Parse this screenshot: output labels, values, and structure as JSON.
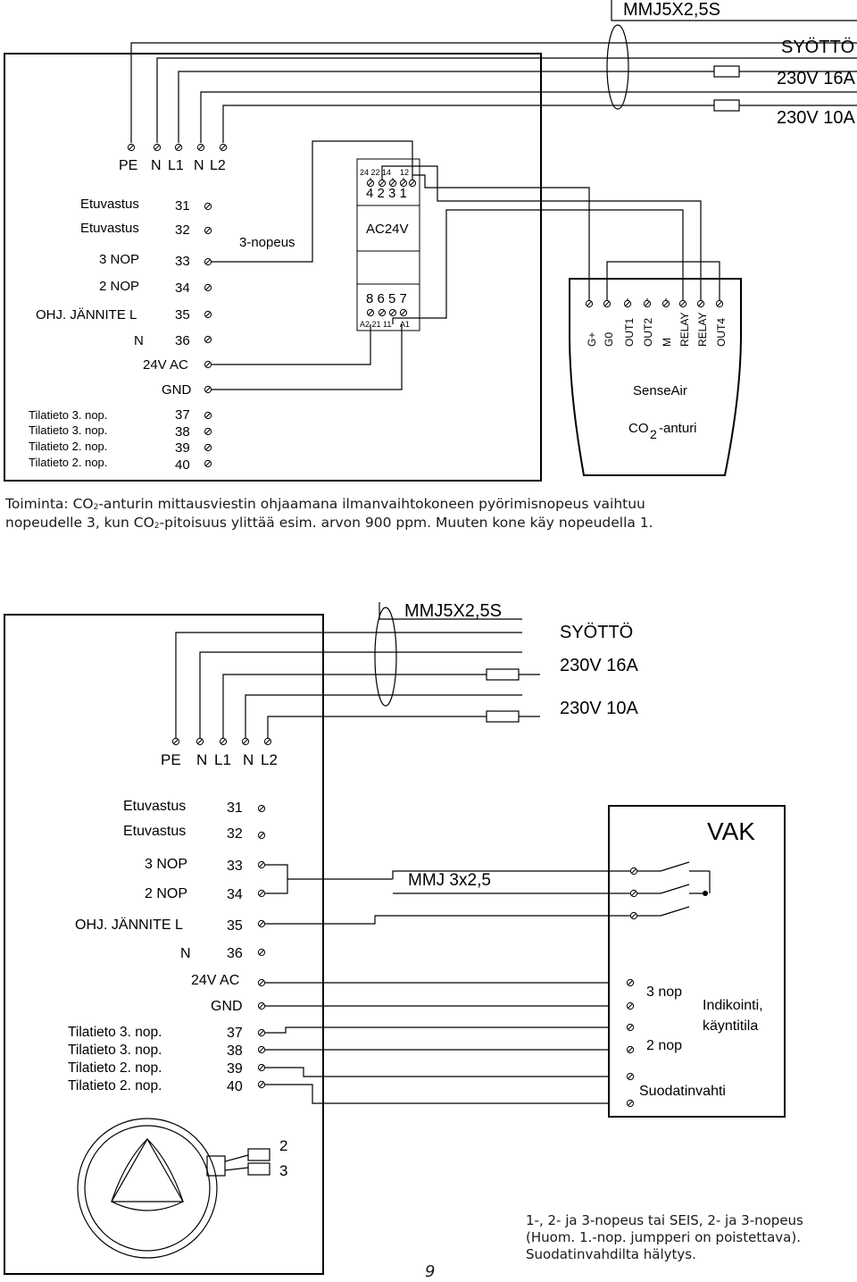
{
  "d1": {
    "cable": "MMJ5X2,5S",
    "supply": [
      "SYÖTTÖ",
      "230V 16A",
      "230V 10A"
    ],
    "top_terms": [
      "PE",
      "N",
      "L1",
      "N",
      "L2"
    ],
    "left_labels": [
      "Etuvastus",
      "Etuvastus",
      "3 NOP",
      "2 NOP",
      "OHJ. JÄNNITE L",
      "N"
    ],
    "term_nums_a": [
      "31",
      "32",
      "33",
      "34",
      "35",
      "36"
    ],
    "mid_labels": [
      "24V AC",
      "GND"
    ],
    "status_labels": [
      "Tilatieto 3. nop.",
      "Tilatieto 3. nop.",
      "Tilatieto 2. nop.",
      "Tilatieto 2. nop."
    ],
    "term_nums_b": [
      "37",
      "38",
      "39",
      "40"
    ],
    "three_speed": "3-nopeus",
    "relay": {
      "top_nums": "24 22 14    12",
      "top_big": "4 2 3 1",
      "voltage": "AC24V",
      "bottom_big": "8 6 5 7",
      "bottom_nums": "A2 21 11    A1"
    },
    "sensor": {
      "terms": [
        "G+",
        "G0",
        "OUT1",
        "OUT2",
        "M",
        "RELAY",
        "RELAY",
        "OUT4"
      ],
      "brand": "SenseAir",
      "co": "CO",
      "sub2": "2",
      "suffix": "-anturi"
    }
  },
  "caption": {
    "l1_a": "Toiminta: CO",
    "sub": "2",
    "l1_b": "-anturin mittausviestin ohjaamana ilmanvaihtokoneen pyörimisnopeus vaihtuu",
    "l2_a": "nopeudelle 3, kun CO",
    "l2_b": "-pitoisuus ylittää esim. arvon 900 ppm. Muuten kone käy nopeudella 1."
  },
  "d2": {
    "cable": "MMJ5X2,5S",
    "supply": [
      "SYÖTTÖ",
      "230V 16A",
      "230V 10A"
    ],
    "top_terms": [
      "PE",
      "N",
      "L1",
      "N",
      "L2"
    ],
    "left_labels": [
      "Etuvastus",
      "Etuvastus",
      "3 NOP",
      "2 NOP",
      "OHJ. JÄNNITE L",
      "N"
    ],
    "term_nums_a": [
      "31",
      "32",
      "33",
      "34",
      "35",
      "36"
    ],
    "mid_labels": [
      "24V AC",
      "GND"
    ],
    "status_labels": [
      "Tilatieto 3. nop.",
      "Tilatieto 3. nop.",
      "Tilatieto 2. nop.",
      "Tilatieto 2. nop."
    ],
    "term_nums_b": [
      "37",
      "38",
      "39",
      "40"
    ],
    "cable2": "MMJ 3x2,5",
    "vak": "VAK",
    "nop3": "3 nop",
    "nop2": "2 nop",
    "indication": [
      "Indikointi,",
      "käyntitila"
    ],
    "filter": "Suodatinvahti",
    "motor_terms": [
      "2",
      "3"
    ]
  },
  "notes": [
    "1-, 2- ja 3-nopeus tai SEIS, 2- ja 3-nopeus",
    "(Huom. 1.-nop. jumpperi on poistettava).",
    "Suodatinvahdilta hälytys."
  ],
  "page_number": "9"
}
